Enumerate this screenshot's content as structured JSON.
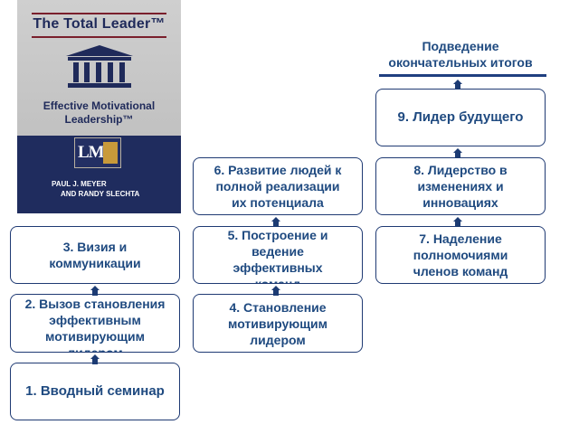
{
  "book": {
    "title": "The Total Leader™",
    "subtitle_line1": "Effective",
    "subtitle_line2": "Motivational Leadership™",
    "logo_text": "LMI",
    "author_line1": "PAUL J. MEYER",
    "author_line2": "AND RANDY SLECHTA"
  },
  "steps": {
    "s1": [
      "1. Вводный семинар"
    ],
    "s2": [
      "2. Вызов становления",
      "эффективным",
      "мотивирующим",
      "лидером"
    ],
    "s3": [
      "3. Визия и",
      "коммуникации"
    ],
    "s4": [
      "4. Становление",
      "мотивирующим",
      "лидером"
    ],
    "s5": [
      "5. Построение и",
      "ведение",
      "эффективных",
      "команд"
    ],
    "s6": [
      "6. Развитие людей к",
      "полной реализации",
      "их потенциала"
    ],
    "s7": [
      "7. Наделение",
      "полномочиями",
      "членов команд"
    ],
    "s8": [
      "8. Лидерство в",
      "изменениях и",
      "инновациях"
    ],
    "s9": [
      "9. Лидер будущего"
    ]
  },
  "final": {
    "line1": "Подведение",
    "line2": "окончательных итогов"
  },
  "colors": {
    "text": "#1f4a80",
    "border": "#1f3a73",
    "arrow": "#1c3b73",
    "book_band": "#1f2c5e"
  }
}
